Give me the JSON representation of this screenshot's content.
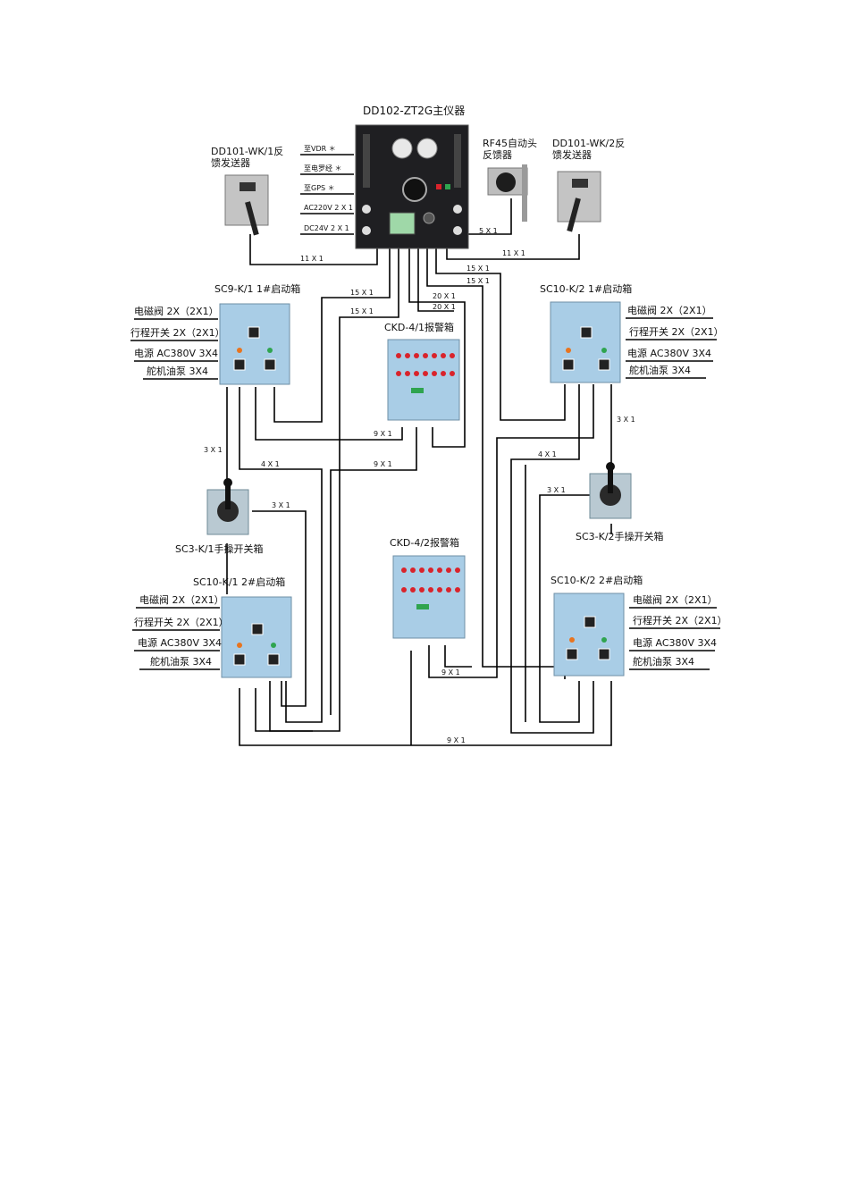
{
  "main_instrument": {
    "title": "DD102-ZT2G主仪器",
    "inputs": [
      "至VDR ＊",
      "至电罗经 ＊",
      "至GPS ＊",
      "AC220V 2 X 1",
      "DC24V 2 X 1"
    ]
  },
  "feedback_left": {
    "title_line1": "DD101-WK/1反",
    "title_line2": "馈发送器"
  },
  "rf45": {
    "title_line1": "RF45自动头",
    "title_line2": "反馈器"
  },
  "feedback_right": {
    "title_line1": "DD101-WK/2反",
    "title_line2": "馈发送器"
  },
  "sc9_k1": {
    "title": "SC9-K/1 1#启动箱",
    "specs": [
      "电磁阀  2X（2X1）",
      "行程开关 2X（2X1）",
      "电源 AC380V  3X4",
      "舵机油泵  3X4"
    ]
  },
  "sc10_k2_1": {
    "title": "SC10-K/2 1#启动箱",
    "specs": [
      "电磁阀  2X（2X1）",
      "行程开关 2X（2X1）",
      "电源 AC380V  3X4",
      "舵机油泵  3X4"
    ]
  },
  "ckd_4_1": {
    "title": "CKD-4/1报警箱"
  },
  "ckd_4_2": {
    "title": "CKD-4/2报警箱"
  },
  "sc3_k1": {
    "title": "SC3-K/1手操开关箱"
  },
  "sc3_k2": {
    "title": "SC3-K/2手操开关箱"
  },
  "sc10_k1_2": {
    "title": "SC10-K/1 2#启动箱",
    "specs": [
      "电磁阀  2X（2X1）",
      "行程开关 2X（2X1）",
      "电源 AC380V  3X4",
      "舵机油泵  3X4"
    ]
  },
  "sc10_k2_2": {
    "title": "SC10-K/2 2#启动箱",
    "specs": [
      "电磁阀  2X（2X1）",
      "行程开关 2X（2X1）",
      "电源 AC380V  3X4",
      "舵机油泵  3X4"
    ]
  },
  "cables": {
    "c_11x1_left": "11 X 1",
    "c_11x1_right": "11 X 1",
    "c_5x1": "5 X 1",
    "c_15x1_a": "15 X 1",
    "c_15x1_b": "15 X 1",
    "c_15x1_c": "15 X 1",
    "c_15x1_d": "15 X 1",
    "c_20x1_a": "20 X 1",
    "c_20x1_b": "20 X 1",
    "c_9x1_a": "9 X 1",
    "c_9x1_b": "9 X 1",
    "c_9x1_c": "9 X 1",
    "c_9x1_d": "9 X 1",
    "c_4x1_left": "4 X 1",
    "c_4x1_right": "4 X 1",
    "c_3x1_left_v": "3 X 1",
    "c_3x1_left_h": "3 X 1",
    "c_3x1_right_v": "3 X 1",
    "c_3x1_right_h": "3 X 1"
  },
  "colors": {
    "panel_dark": "#1f1f22",
    "box_blue": "#a9cde6",
    "feedback_body": "#c4c4c4",
    "alarm_lamp": "#d9232b",
    "indicator_green": "#2fa44f",
    "indicator_orange": "#e8741e"
  }
}
